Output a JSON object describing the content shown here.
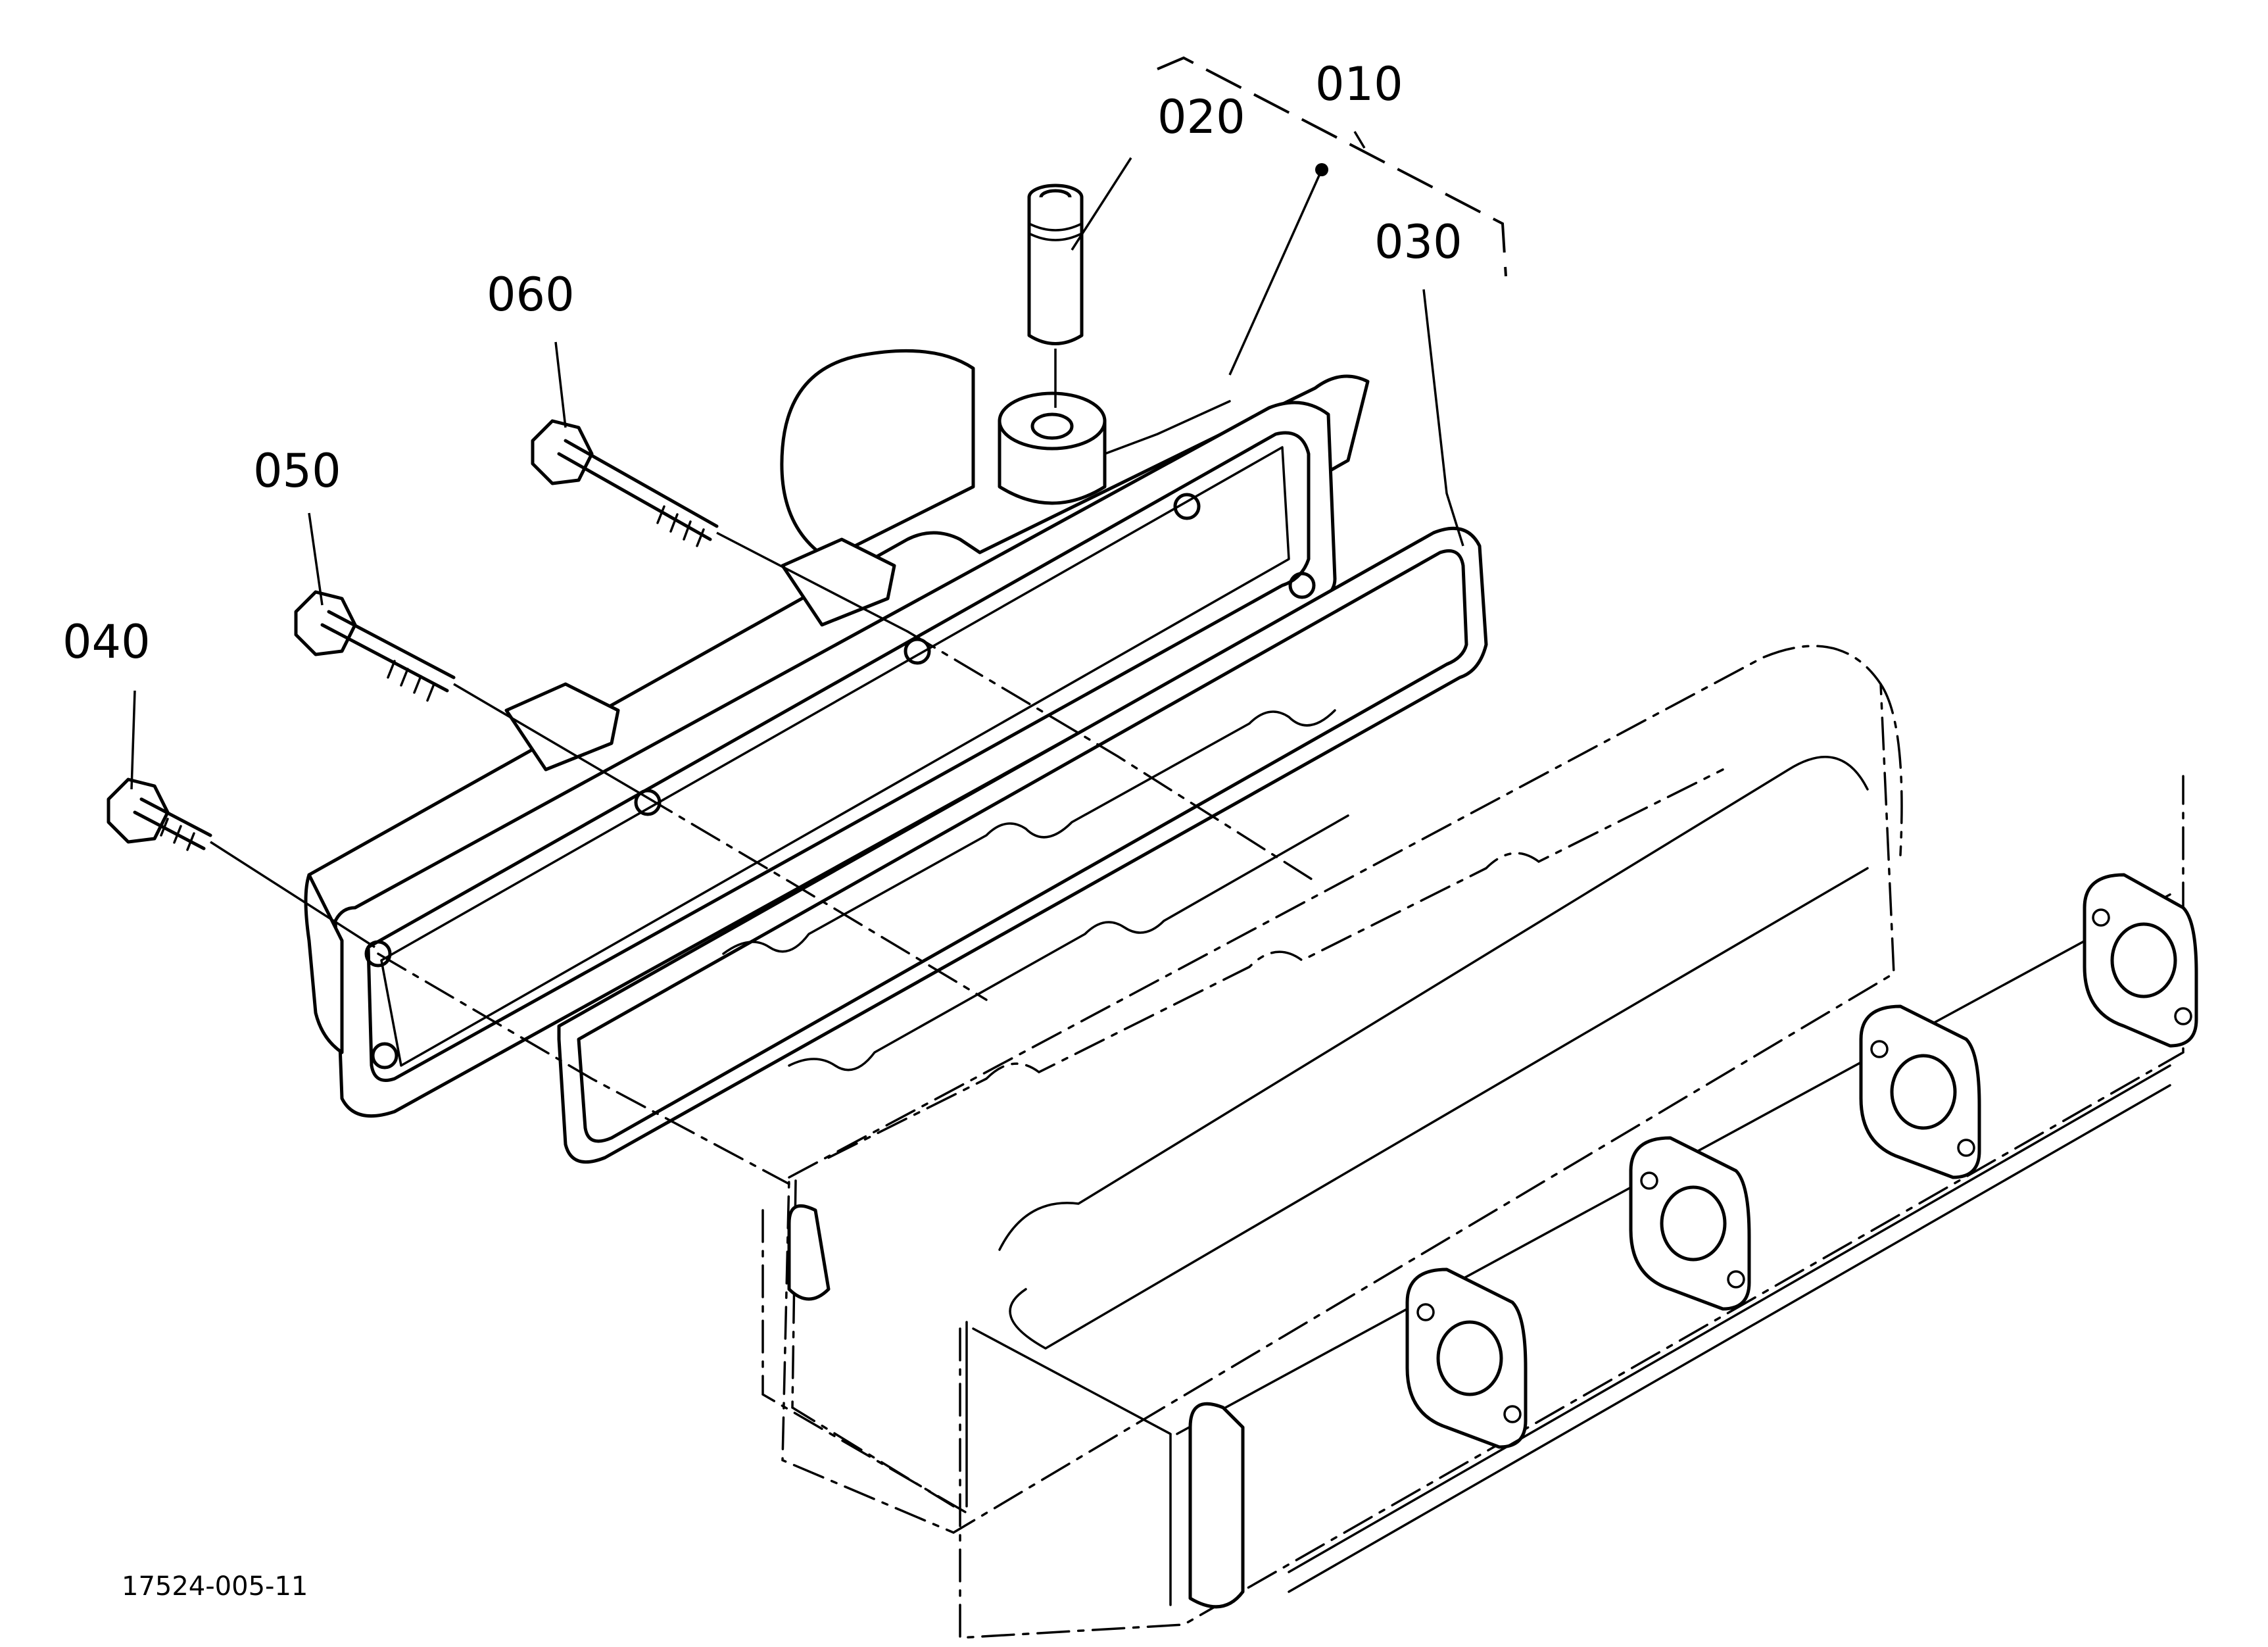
{
  "callouts": {
    "c010": "010",
    "c020": "020",
    "c030": "030",
    "c040": "040",
    "c050": "050",
    "c060": "060"
  },
  "drawing_number": "17524-005-11"
}
